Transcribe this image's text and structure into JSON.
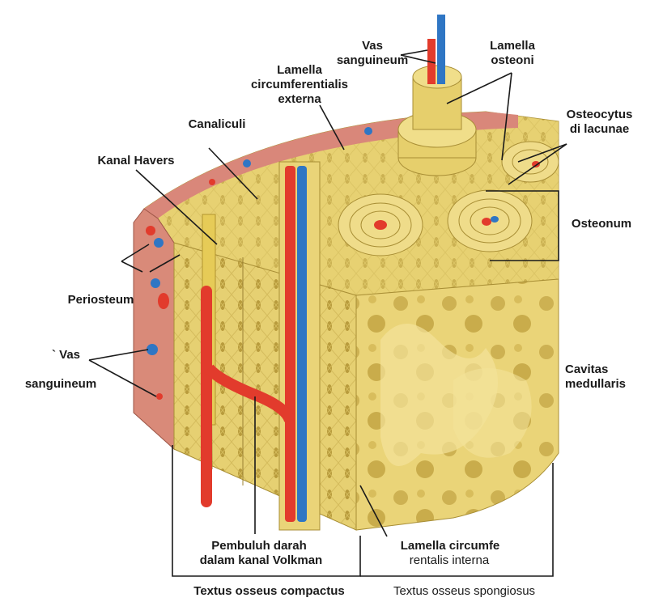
{
  "labels": {
    "vas_top_1": "Vas",
    "vas_top_2": "sanguineum",
    "lamella_osteoni_1": "Lamella",
    "lamella_osteoni_2": "osteoni",
    "lamella_circ_ext_1": "Lamella",
    "lamella_circ_ext_2": "circumferentialis",
    "lamella_circ_ext_3": "externa",
    "canaliculi": "Canaliculi",
    "osteocytus_1": "Osteocytus",
    "osteocytus_2": "di lacunae",
    "kanal_havers": "Kanal Havers",
    "osteonum": "Osteonum",
    "periosteum": "Periosteum",
    "vas_left_1": "` Vas",
    "vas_left_2": "sanguineum",
    "cavitas_1": "Cavitas",
    "cavitas_2": "medullaris",
    "pembuluh_1": "Pembuluh darah",
    "pembuluh_2": "dalam kanal Volkman",
    "lamella_circ_int_1": "Lamella circumfe",
    "lamella_circ_int_2": "rentalis interna",
    "textus_compactus": "Textus osseus compactus",
    "textus_spongiosus": "Textus osseus spongiosus"
  },
  "colors": {
    "bone": "#e9d57a",
    "bone_dark": "#cdb554",
    "bone_light": "#f5e7a6",
    "periosteum": "#d9877a",
    "artery": "#e23b2c",
    "vein": "#2f76c4",
    "line": "#1a1a1a"
  }
}
